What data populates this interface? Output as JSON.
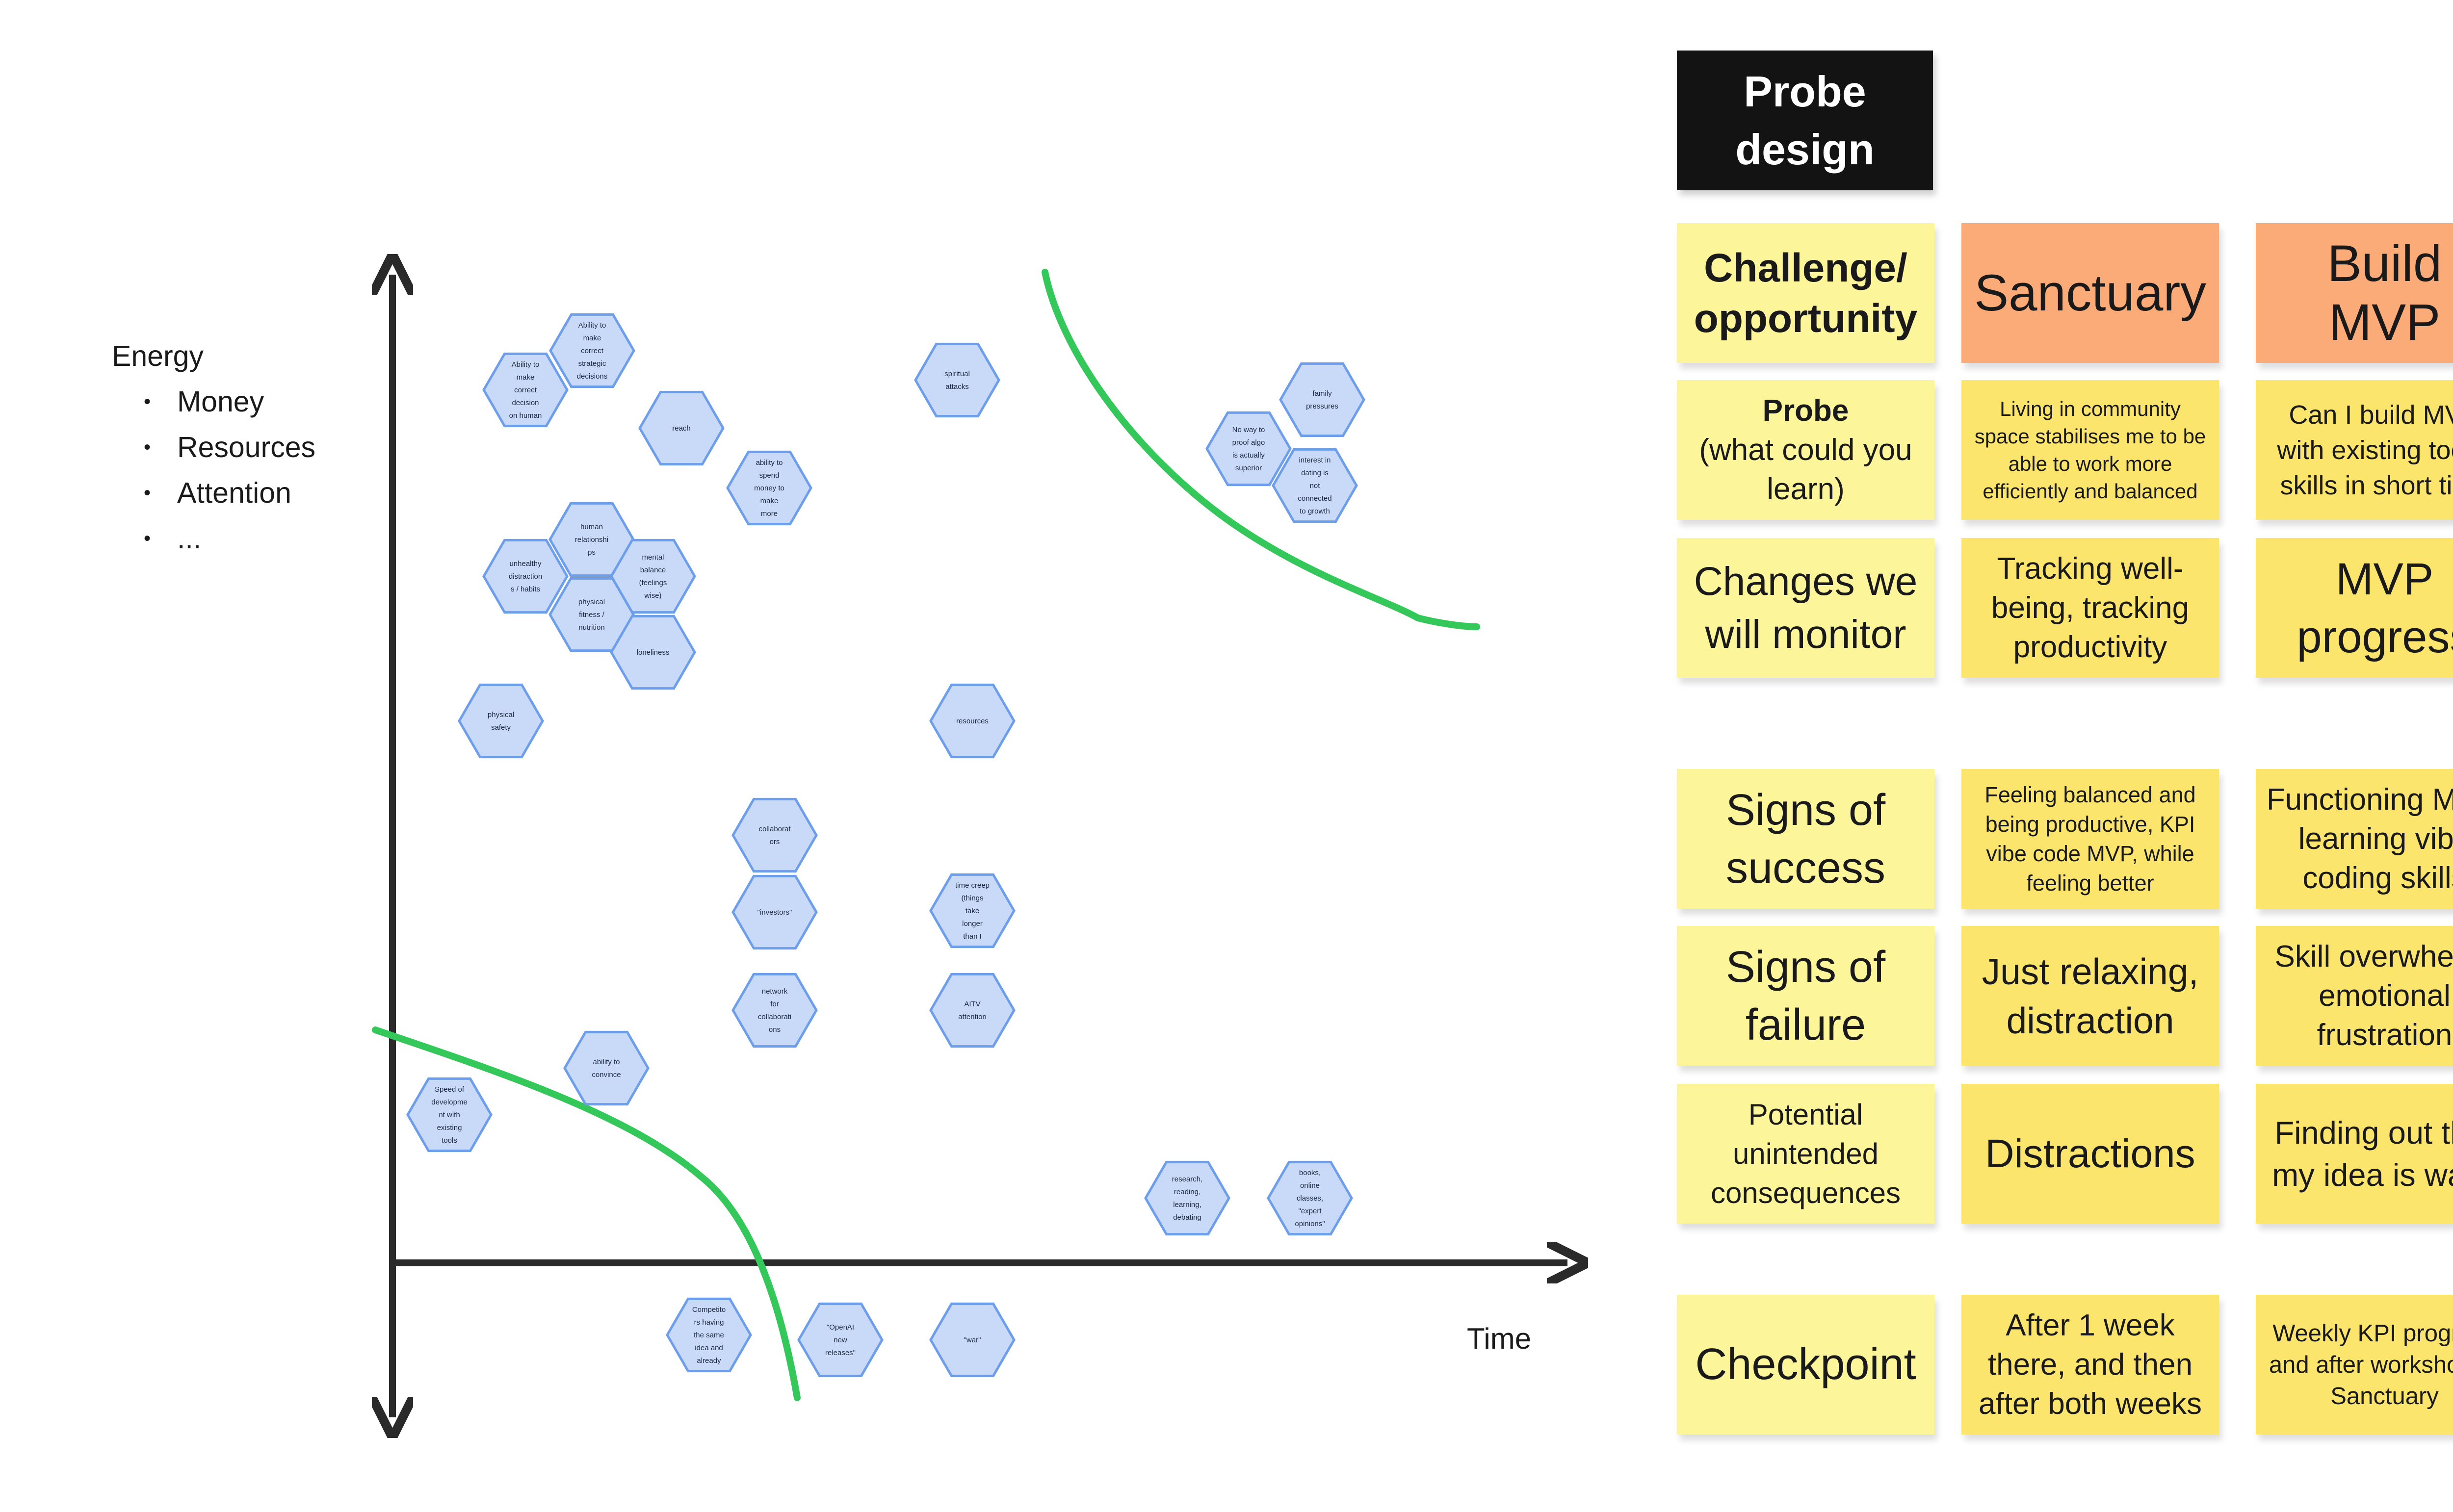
{
  "legend": {
    "title": "Energy",
    "items": [
      "Money",
      "Resources",
      "Attention",
      "..."
    ]
  },
  "axes": {
    "x_label": "Time"
  },
  "hexagons": [
    {
      "id": "h1",
      "lines": [
        "Ability to",
        "make",
        "correct",
        "strategic",
        "decisions"
      ]
    },
    {
      "id": "h2",
      "lines": [
        "Ability to",
        "make",
        "correct",
        "decision",
        "on human"
      ]
    },
    {
      "id": "h3",
      "lines": [
        "reach"
      ]
    },
    {
      "id": "h4",
      "lines": [
        "ability to",
        "spend",
        "money to",
        "make",
        "more"
      ]
    },
    {
      "id": "h5",
      "lines": [
        "spiritual",
        "attacks"
      ]
    },
    {
      "id": "h6",
      "lines": [
        "human",
        "relationshi",
        "ps"
      ]
    },
    {
      "id": "h7",
      "lines": [
        "unhealthy",
        "distraction",
        "s / habits"
      ]
    },
    {
      "id": "h8",
      "lines": [
        "mental",
        "balance",
        "(feelings",
        "wise)"
      ]
    },
    {
      "id": "h9",
      "lines": [
        "physical",
        "fitness /",
        "nutrition"
      ]
    },
    {
      "id": "h10",
      "lines": [
        "loneliness"
      ]
    },
    {
      "id": "h11",
      "lines": [
        "physical",
        "safety"
      ]
    },
    {
      "id": "h12",
      "lines": [
        "resources"
      ]
    },
    {
      "id": "h13",
      "lines": [
        "collaborat",
        "ors"
      ]
    },
    {
      "id": "h14",
      "lines": [
        "\"investors\""
      ]
    },
    {
      "id": "h15",
      "lines": [
        "time creep",
        "(things",
        "take",
        "longer",
        "than I"
      ]
    },
    {
      "id": "h16",
      "lines": [
        "network",
        "for",
        "collaborati",
        "ons"
      ]
    },
    {
      "id": "h17",
      "lines": [
        "AITV",
        "attention"
      ]
    },
    {
      "id": "h18",
      "lines": [
        "ability to",
        "convince"
      ]
    },
    {
      "id": "h19",
      "lines": [
        "Speed of",
        "developme",
        "nt with",
        "existing",
        "tools"
      ]
    },
    {
      "id": "h20",
      "lines": [
        "family",
        "pressures"
      ]
    },
    {
      "id": "h21",
      "lines": [
        "No way to",
        "proof algo",
        "is actually",
        "superior"
      ]
    },
    {
      "id": "h22",
      "lines": [
        "interest in",
        "dating is",
        "not",
        "connected",
        "to growth"
      ]
    },
    {
      "id": "h23",
      "lines": [
        "research,",
        "reading,",
        "learning,",
        "debating"
      ]
    },
    {
      "id": "h24",
      "lines": [
        "books,",
        "online",
        "classes,",
        "\"expert",
        "opinions\""
      ]
    },
    {
      "id": "h25",
      "lines": [
        "Competito",
        "rs having",
        "the same",
        "idea and",
        "already"
      ]
    },
    {
      "id": "h26",
      "lines": [
        "\"OpenAI",
        "new",
        "releases\""
      ]
    },
    {
      "id": "h27",
      "lines": [
        "\"war\""
      ]
    }
  ],
  "colors": {
    "hex_fill": "#c9daf8",
    "hex_stroke": "#6d9eeb",
    "curve": "#34c759",
    "axis": "#2a2a2a"
  },
  "board": {
    "title": "Probe design",
    "rows": [
      {
        "label": "Challenge/ opportunity",
        "sanctuary": "Sanctuary",
        "mvp": "Build MVP"
      },
      {
        "label_bold": "Probe",
        "label": "(what could you learn)",
        "sanctuary": "Living in community space stabilises me to be able to work more efficiently and balanced",
        "mvp": "Can I build MVP with existing tools, skills in short time"
      },
      {
        "label": "Changes we will monitor",
        "sanctuary": "Tracking well-being, tracking productivity",
        "mvp": "MVP progress"
      },
      {
        "label": "Signs of success",
        "sanctuary": "Feeling balanced and being productive, KPI vibe code MVP, while feeling better",
        "mvp": "Functioning MVP, learning vibe coding skills"
      },
      {
        "label": "Signs of failure",
        "sanctuary": "Just relaxing, distraction",
        "mvp": "Skill overwhelm, emotional frustration"
      },
      {
        "label": "Potential unintended consequences",
        "sanctuary": "Distractions",
        "mvp": "Finding out that my idea is wack"
      },
      {
        "label": "Checkpoint",
        "sanctuary": "After 1 week there, and then after both weeks",
        "mvp": "Weekly KPI progress and after workshop at Sanctuary"
      }
    ]
  }
}
